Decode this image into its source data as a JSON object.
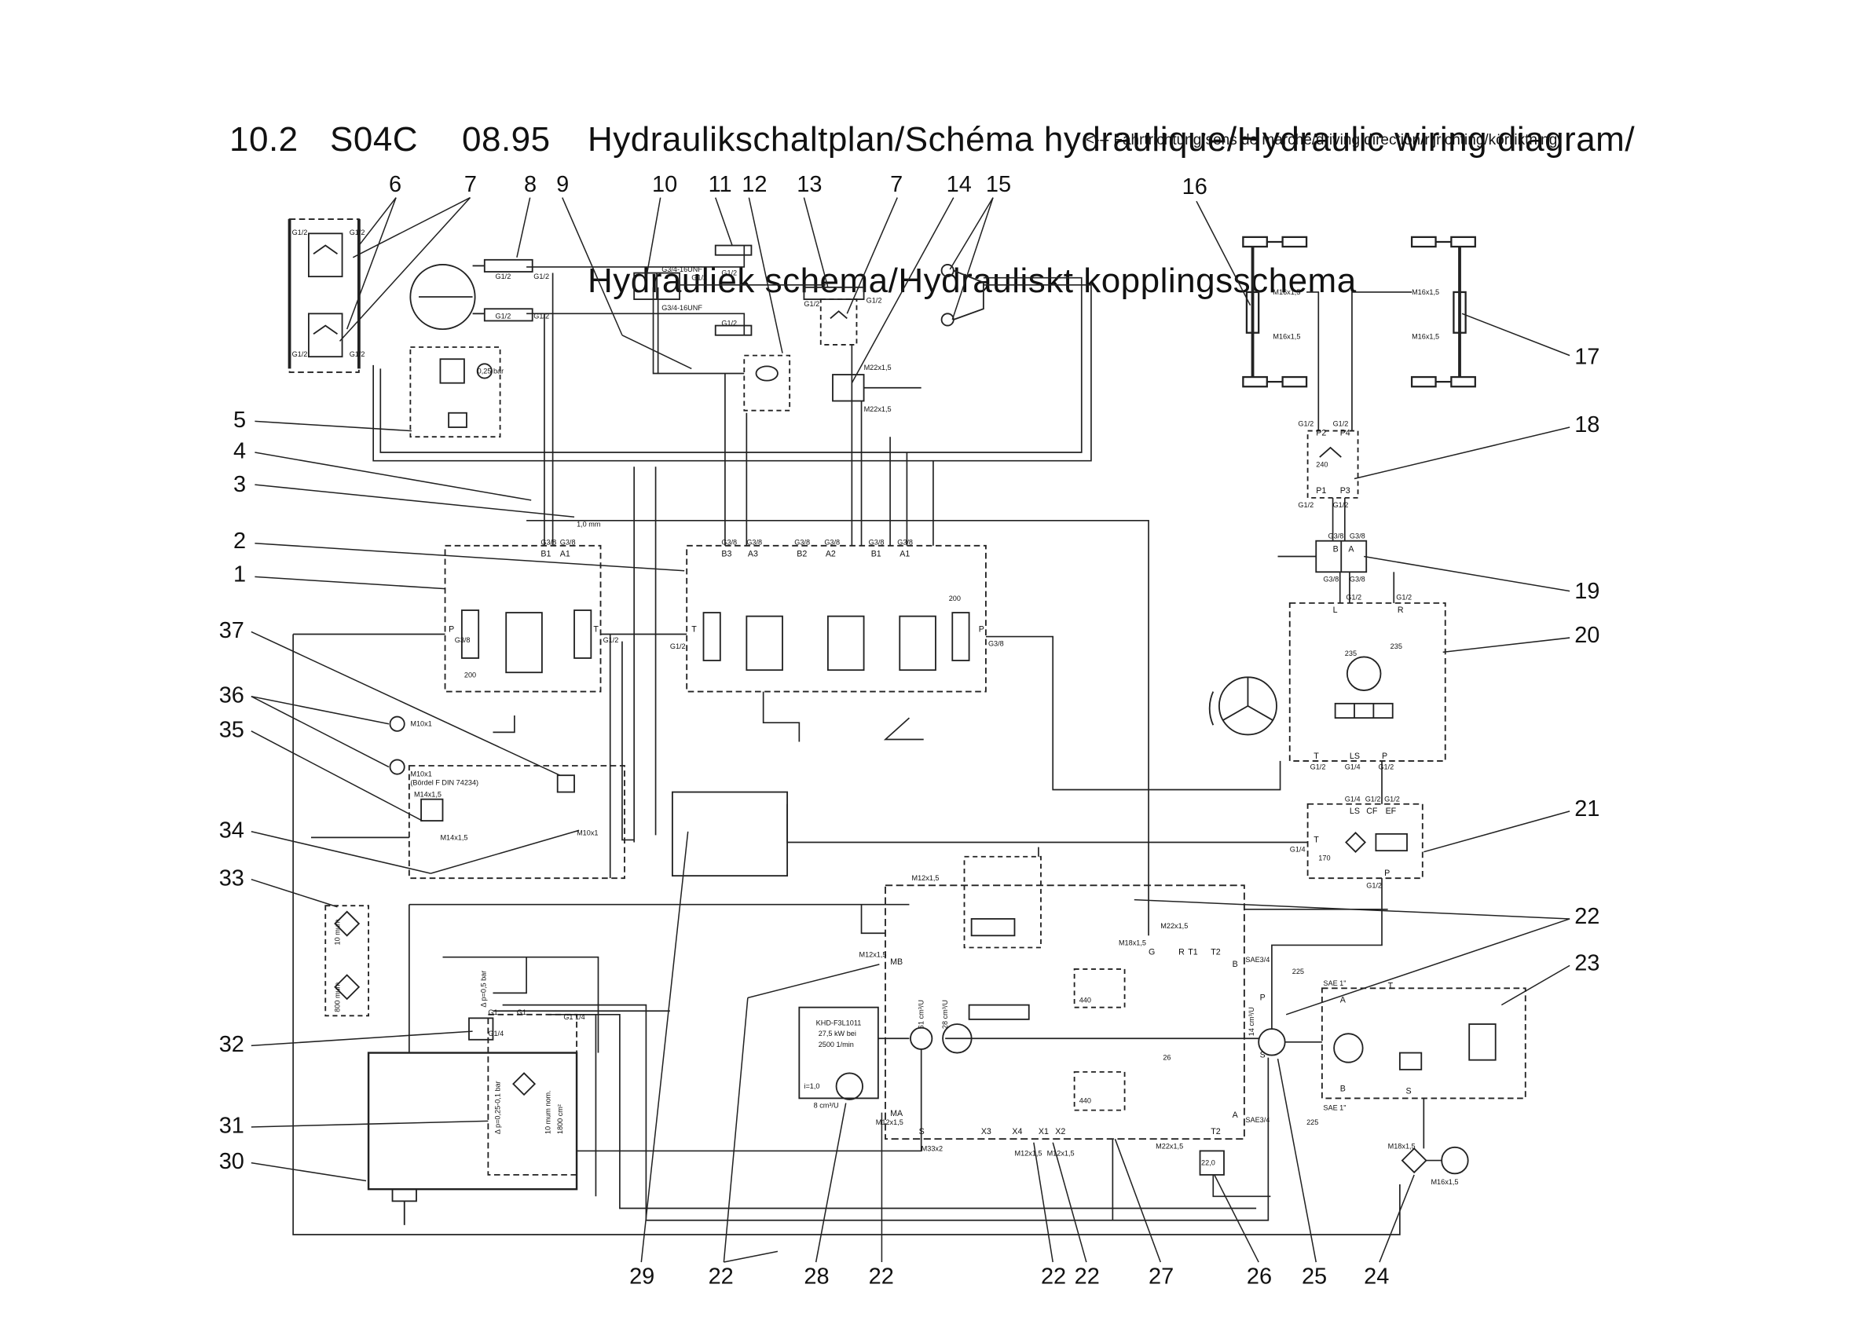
{
  "header": {
    "section_number": "10.2",
    "model_code": "S04C",
    "date": "08.95",
    "title_line1": "Hydraulikschaltplan/Schéma hydraulique/Hydraulic wiring diagram/",
    "title_line2": "Hydrauliek schema/Hydrauliskt kopplingsschema"
  },
  "direction_note": "<--- Fahrtrichtung/sens de marche/driving direction/rijrichting/körriktning",
  "callouts_top": [
    "6",
    "7",
    "8",
    "9",
    "10",
    "11",
    "12",
    "13",
    "7",
    "14",
    "15",
    "16"
  ],
  "callouts_left": [
    "5",
    "4",
    "3",
    "2",
    "1",
    "37",
    "36",
    "35",
    "34",
    "33",
    "32",
    "31",
    "30"
  ],
  "callouts_right": [
    "17",
    "18",
    "19",
    "20",
    "21",
    "22",
    "23"
  ],
  "callouts_bottom": [
    "29",
    "22",
    "28",
    "22",
    "22",
    "22",
    "27",
    "26",
    "25",
    "24"
  ],
  "port_labels": {
    "g12": "G1/2",
    "g38": "G3/8",
    "g14": "G1/4",
    "g1": "G1",
    "g1_14": "G1 1/4",
    "g34_unf": "G3/4-16UNF",
    "m22x15": "M22x1,5",
    "m16x15": "M16x1,5",
    "m14x15": "M14x1,5",
    "m12x15": "M12x1,5",
    "m10x1": "M10x1",
    "m18x15": "M18x1,5",
    "m33x2": "M33x2",
    "sae34": "SAE3/4",
    "sae1": "SAE 1\""
  },
  "valve_labels": {
    "b1": "B1",
    "a1": "A1",
    "b3": "B3",
    "a3": "A3",
    "b2": "B2",
    "a2": "A2",
    "p": "P",
    "t": "T",
    "ls": "LS",
    "cf": "CF",
    "ef": "EF",
    "p1": "P1",
    "p2": "P2",
    "p3": "P3",
    "p4": "P4",
    "l": "L",
    "r": "R",
    "ma": "MA",
    "mb": "MB",
    "s": "S",
    "a": "A",
    "b": "B",
    "t1": "T1",
    "t2": "T2",
    "g": "G",
    "x1": "X1",
    "x2": "X2",
    "x3": "X3",
    "x4": "X4"
  },
  "pressure_settings": {
    "v200": "200",
    "v235": "235",
    "v240": "240",
    "v170": "170",
    "v440": "440",
    "v26": "26",
    "v225": "225",
    "v220": "22,0"
  },
  "annotations": {
    "orifice": "1,0 mm",
    "bordel": "(Bördel F DIN 74234)",
    "filter_10": "10 mum",
    "filter_800": "800 mum",
    "return_filter": "10 mum nom.",
    "filter_area": "1800 cm²",
    "dp_bypass": "Δ p=0,25-0,1 bar",
    "dp_suction": "Δ p=0,5 bar",
    "engine_model": "KHD-F3L1011",
    "engine_power": "27,5 kW bei",
    "engine_speed": "2500 1/min",
    "pump_small": "8 cm³/U",
    "pump_c1": "61 cm³/U",
    "pump_c2": "28 cm³/U",
    "pump_c3": "14 cm³/U",
    "ratio": "i=1,0",
    "check_value": "0,25 bar"
  }
}
